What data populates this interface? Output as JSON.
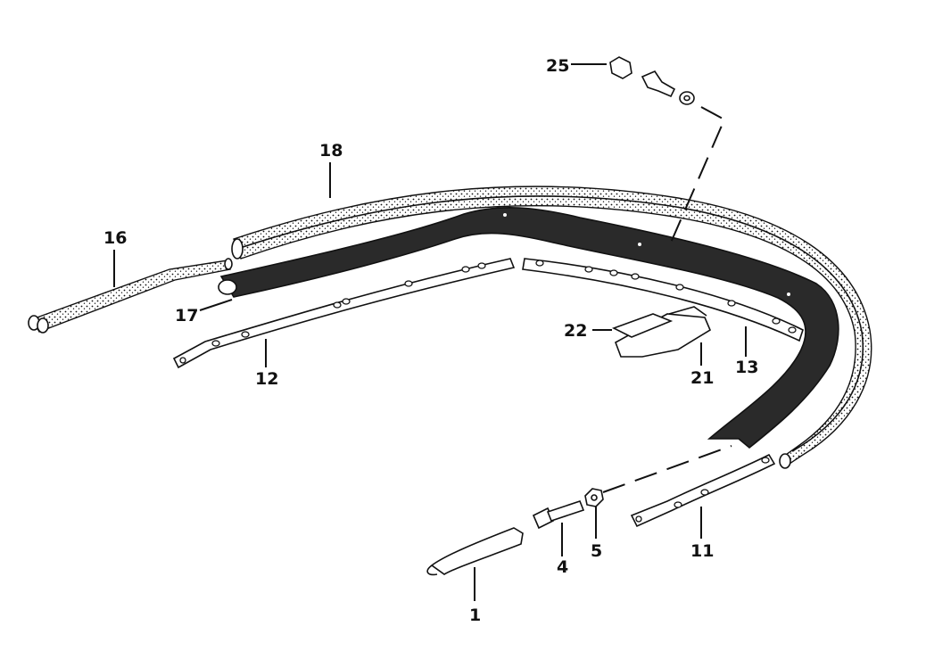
{
  "diagram": {
    "style": "exploded parts illustration",
    "colors": {
      "line": "#111111",
      "background": "#ffffff",
      "dark_part": "#2a2a2a"
    },
    "callouts": {
      "c1": "1",
      "c4": "4",
      "c5": "5",
      "c11": "11",
      "c12": "12",
      "c13": "13",
      "c16": "16",
      "c17": "17",
      "c18": "18",
      "c21": "21",
      "c22": "22",
      "c25": "25"
    }
  }
}
